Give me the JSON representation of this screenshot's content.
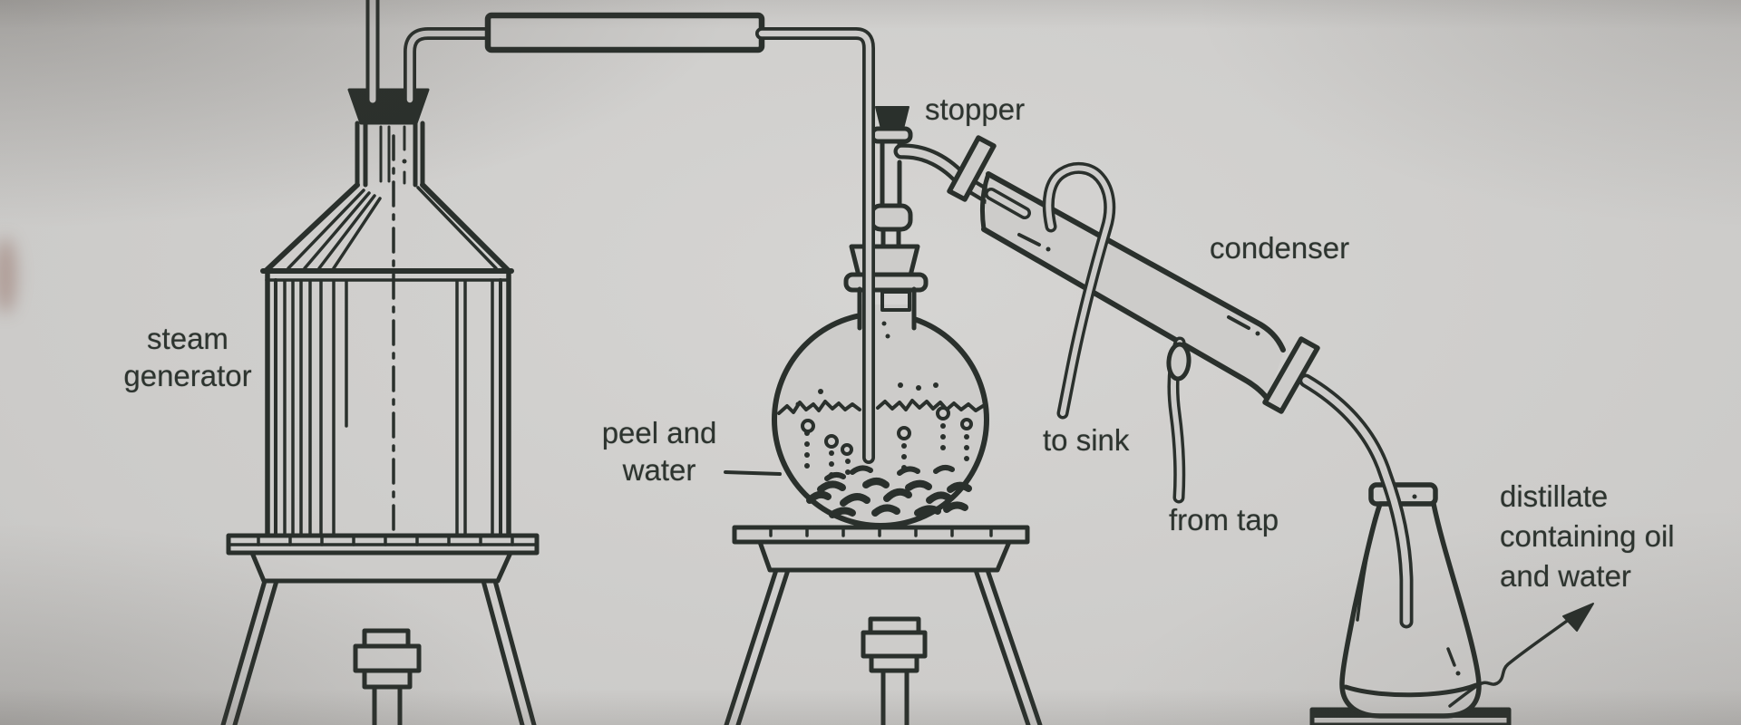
{
  "figure": {
    "type": "steam-distillation-apparatus-diagram",
    "labels": {
      "steam_generator": {
        "line1": "steam",
        "line2": "generator"
      },
      "stopper": "stopper",
      "condenser": "condenser",
      "peel_and_water": {
        "line1": "peel and",
        "line2": "water"
      },
      "to_sink": "to sink",
      "from_tap": "from tap",
      "distillate": {
        "line1": "distillate",
        "line2": "containing oil",
        "line3": "and water"
      }
    },
    "colors": {
      "ink": "#2a302c",
      "paper": "#cdccca"
    }
  }
}
